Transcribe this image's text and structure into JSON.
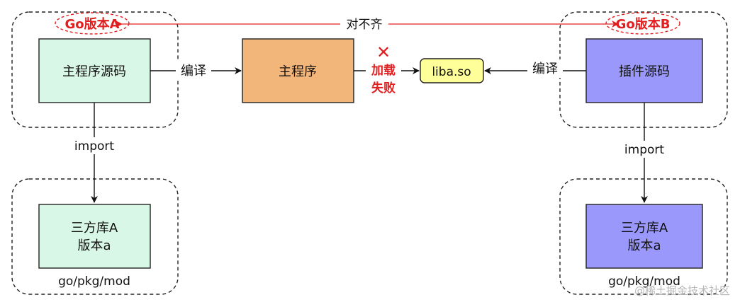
{
  "left": {
    "version_label": "Go版本A",
    "source_label": "主程序源码",
    "import_label": "import",
    "library_line1": "三方库A",
    "library_line2": "版本a",
    "path_label": "go/pkg/mod"
  },
  "center": {
    "compile_label": "编译",
    "main_program_label": "主程序",
    "load_fail_line1": "加载",
    "load_fail_line2": "失败",
    "so_label": "liba.so",
    "mismatch_label": "对不齐"
  },
  "right": {
    "version_label": "Go版本B",
    "compile_label": "编译",
    "source_label": "插件源码",
    "import_label": "import",
    "library_line1": "三方库A",
    "library_line2": "版本a",
    "path_label": "go/pkg/mod"
  },
  "watermark": "@稀土掘金技术社区",
  "colors": {
    "green_box": "#d9f7e6",
    "orange_box": "#f2b57a",
    "purple_box": "#9a99fb",
    "yellow_box": "#ffff99",
    "red": "#e02020"
  }
}
